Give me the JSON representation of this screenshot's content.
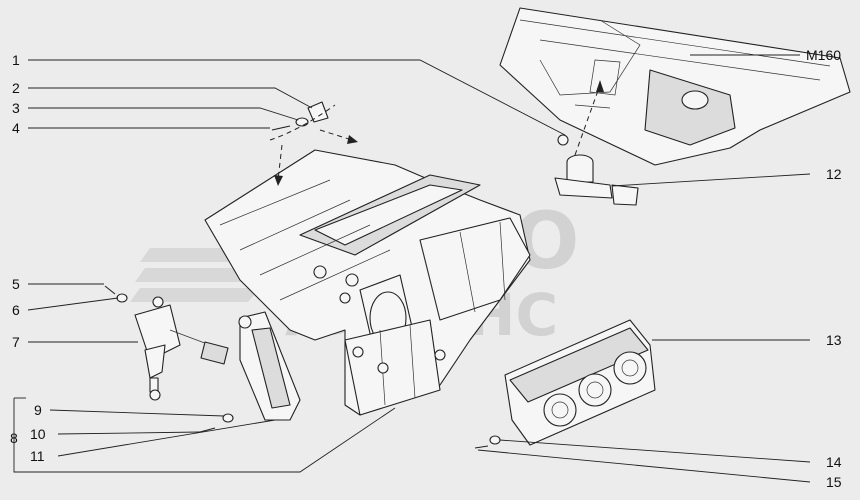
{
  "callouts": {
    "c1": "1",
    "c2": "2",
    "c3": "3",
    "c4": "4",
    "c5": "5",
    "c6": "6",
    "c7": "7",
    "c8": "8",
    "c9": "9",
    "c10": "10",
    "c11": "11",
    "c12": "12",
    "c13": "13",
    "c14": "14",
    "c15": "15",
    "m160": "M160"
  },
  "watermark": {
    "line1": "АВТО",
    "line2": "АЛЬЯНС"
  },
  "colors": {
    "background": "#ececec",
    "line": "#222222",
    "watermark": "#bdbdbd"
  }
}
